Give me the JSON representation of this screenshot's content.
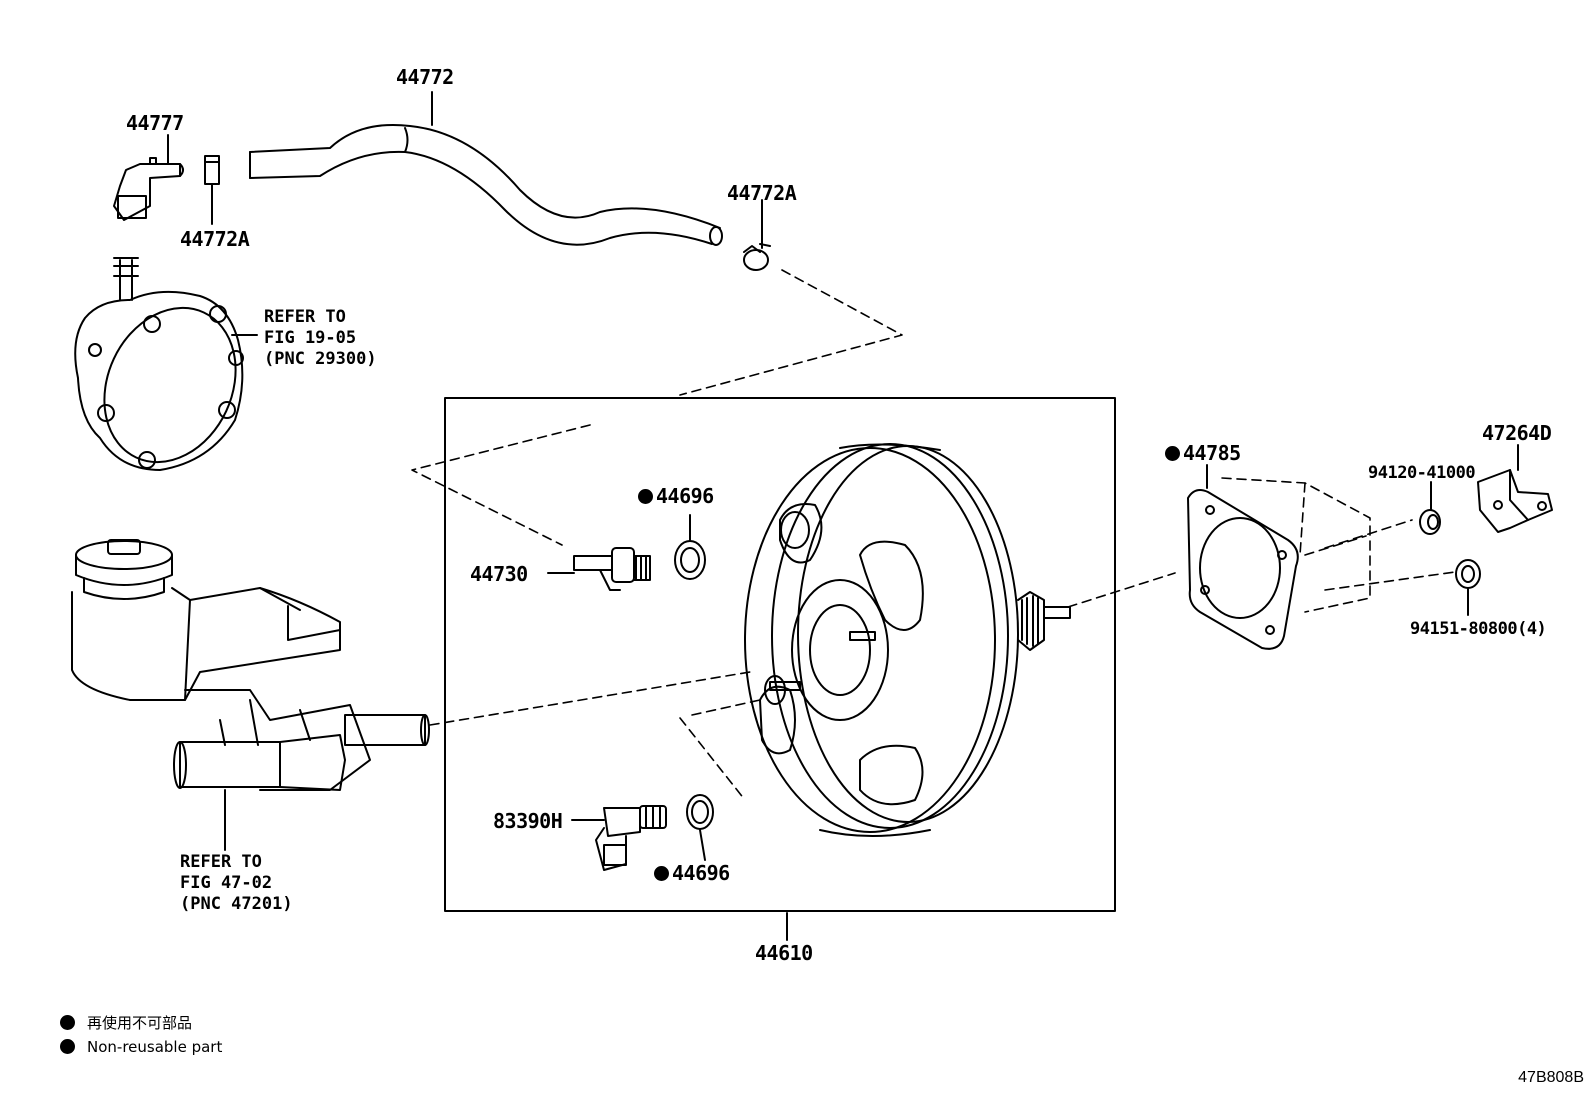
{
  "parts": {
    "p44772": "44772",
    "p44777": "44777",
    "p44772A_top": "44772A",
    "p44772A_clip": "44772A",
    "p44696_upper": "44696",
    "p44730": "44730",
    "p83390H": "83390H",
    "p44696_lower": "44696",
    "p44610": "44610",
    "p44785": "44785",
    "p47264D": "47264D",
    "p94120": "94120-41000",
    "p94151": "94151-80800(4)"
  },
  "references": {
    "pump": [
      "REFER TO",
      "FIG 19-05",
      "(PNC 29300)"
    ],
    "master_cylinder": [
      "REFER TO",
      "FIG 47-02",
      "(PNC 47201)"
    ]
  },
  "legend": {
    "jp": "再使用不可部品",
    "en": "Non-reusable part"
  },
  "figure_id": "47B808B"
}
